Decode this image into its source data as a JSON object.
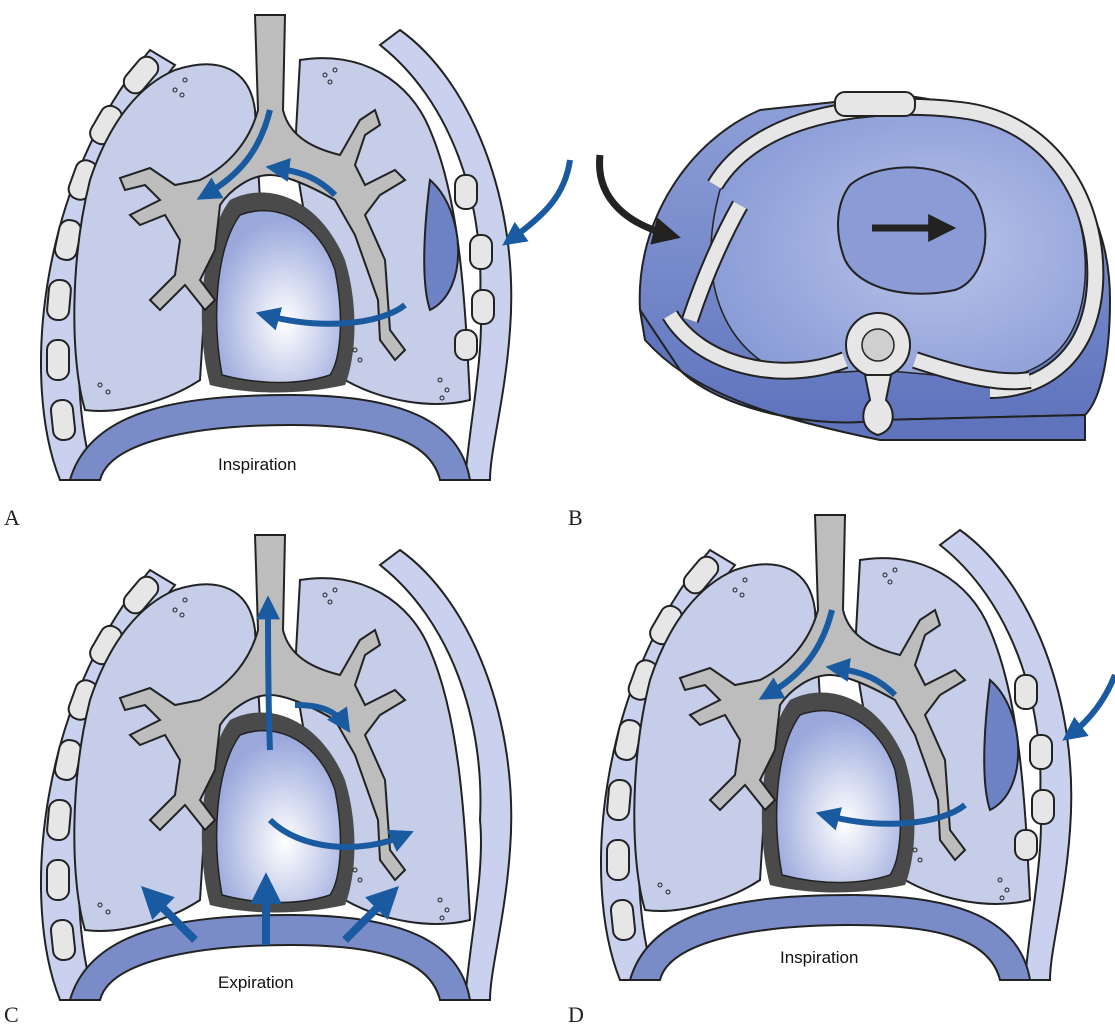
{
  "panels": {
    "a": {
      "letter": "A",
      "caption": "Inspiration"
    },
    "b": {
      "letter": "B"
    },
    "c": {
      "letter": "C",
      "caption": "Expiration"
    },
    "d": {
      "letter": "D",
      "caption": "Inspiration"
    }
  },
  "colors": {
    "lung_fill": "#c5cde9",
    "airway_fill": "#bdbdbd",
    "rib_fill": "#e6e6e6",
    "chest_wall": "#7d8fc9",
    "diaphragm": "#7a8cc8",
    "heart_fill": "#aab6e2",
    "mediastinum_dark": "#4a4a4a",
    "flow_arrow": "#1a5aa0",
    "force_arrow": "#222222"
  }
}
